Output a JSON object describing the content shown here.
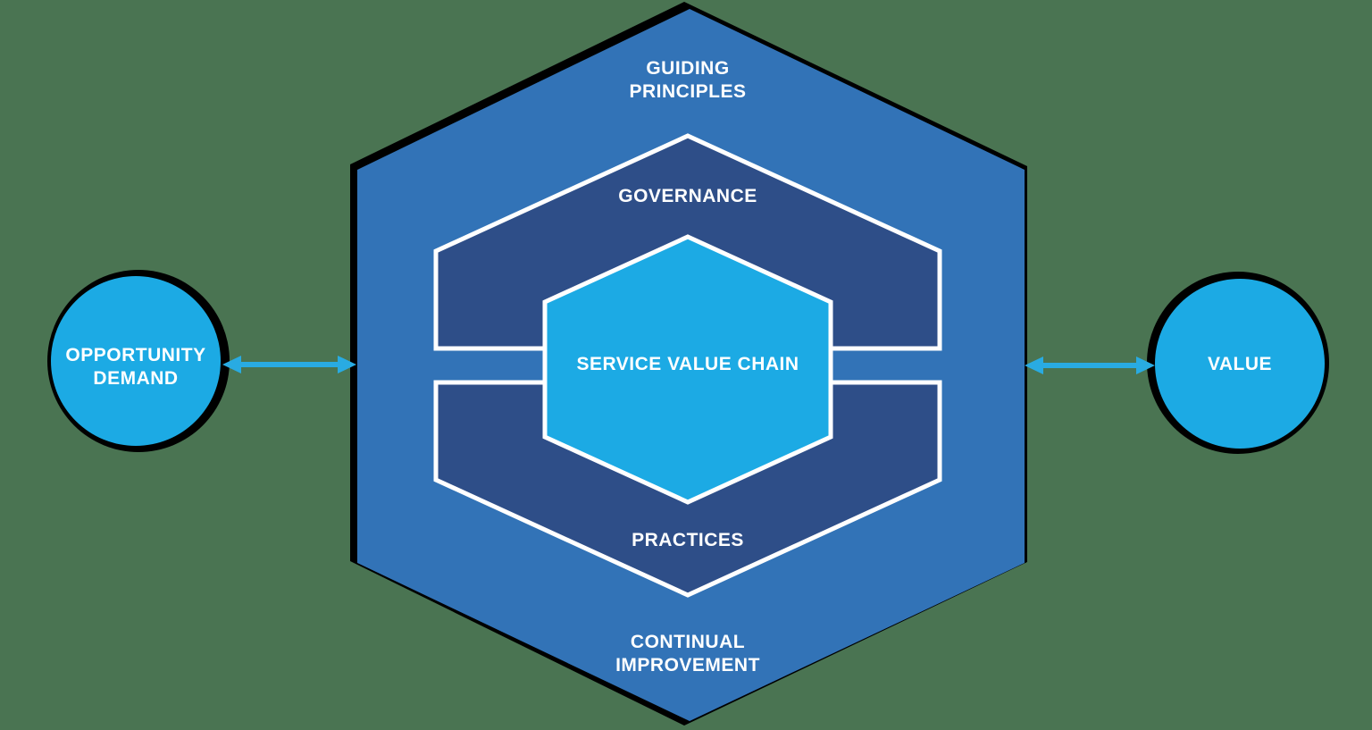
{
  "colors": {
    "background": "#4A7452",
    "shadow": "#000000",
    "outer_hexagon": "#3273B7",
    "inner_hexagon": "#2E4E88",
    "service_value_chain": "#1CAAE4",
    "circle": "#1CAAE4",
    "arrow": "#29ABE2",
    "border_white": "#FFFFFF",
    "label_text": "#FFFFFF"
  },
  "outer_hexagon": {
    "top_label": [
      "GUIDING",
      "PRINCIPLES"
    ],
    "bottom_label": [
      "CONTINUAL",
      "IMPROVEMENT"
    ]
  },
  "inner_hexagon": {
    "top_label": "GOVERNANCE",
    "bottom_label": "PRACTICES"
  },
  "service_value_chain": {
    "label": "SERVICE VALUE CHAIN"
  },
  "left_circle": {
    "label": [
      "OPPORTUNITY",
      "DEMAND"
    ]
  },
  "right_circle": {
    "label": "VALUE"
  }
}
